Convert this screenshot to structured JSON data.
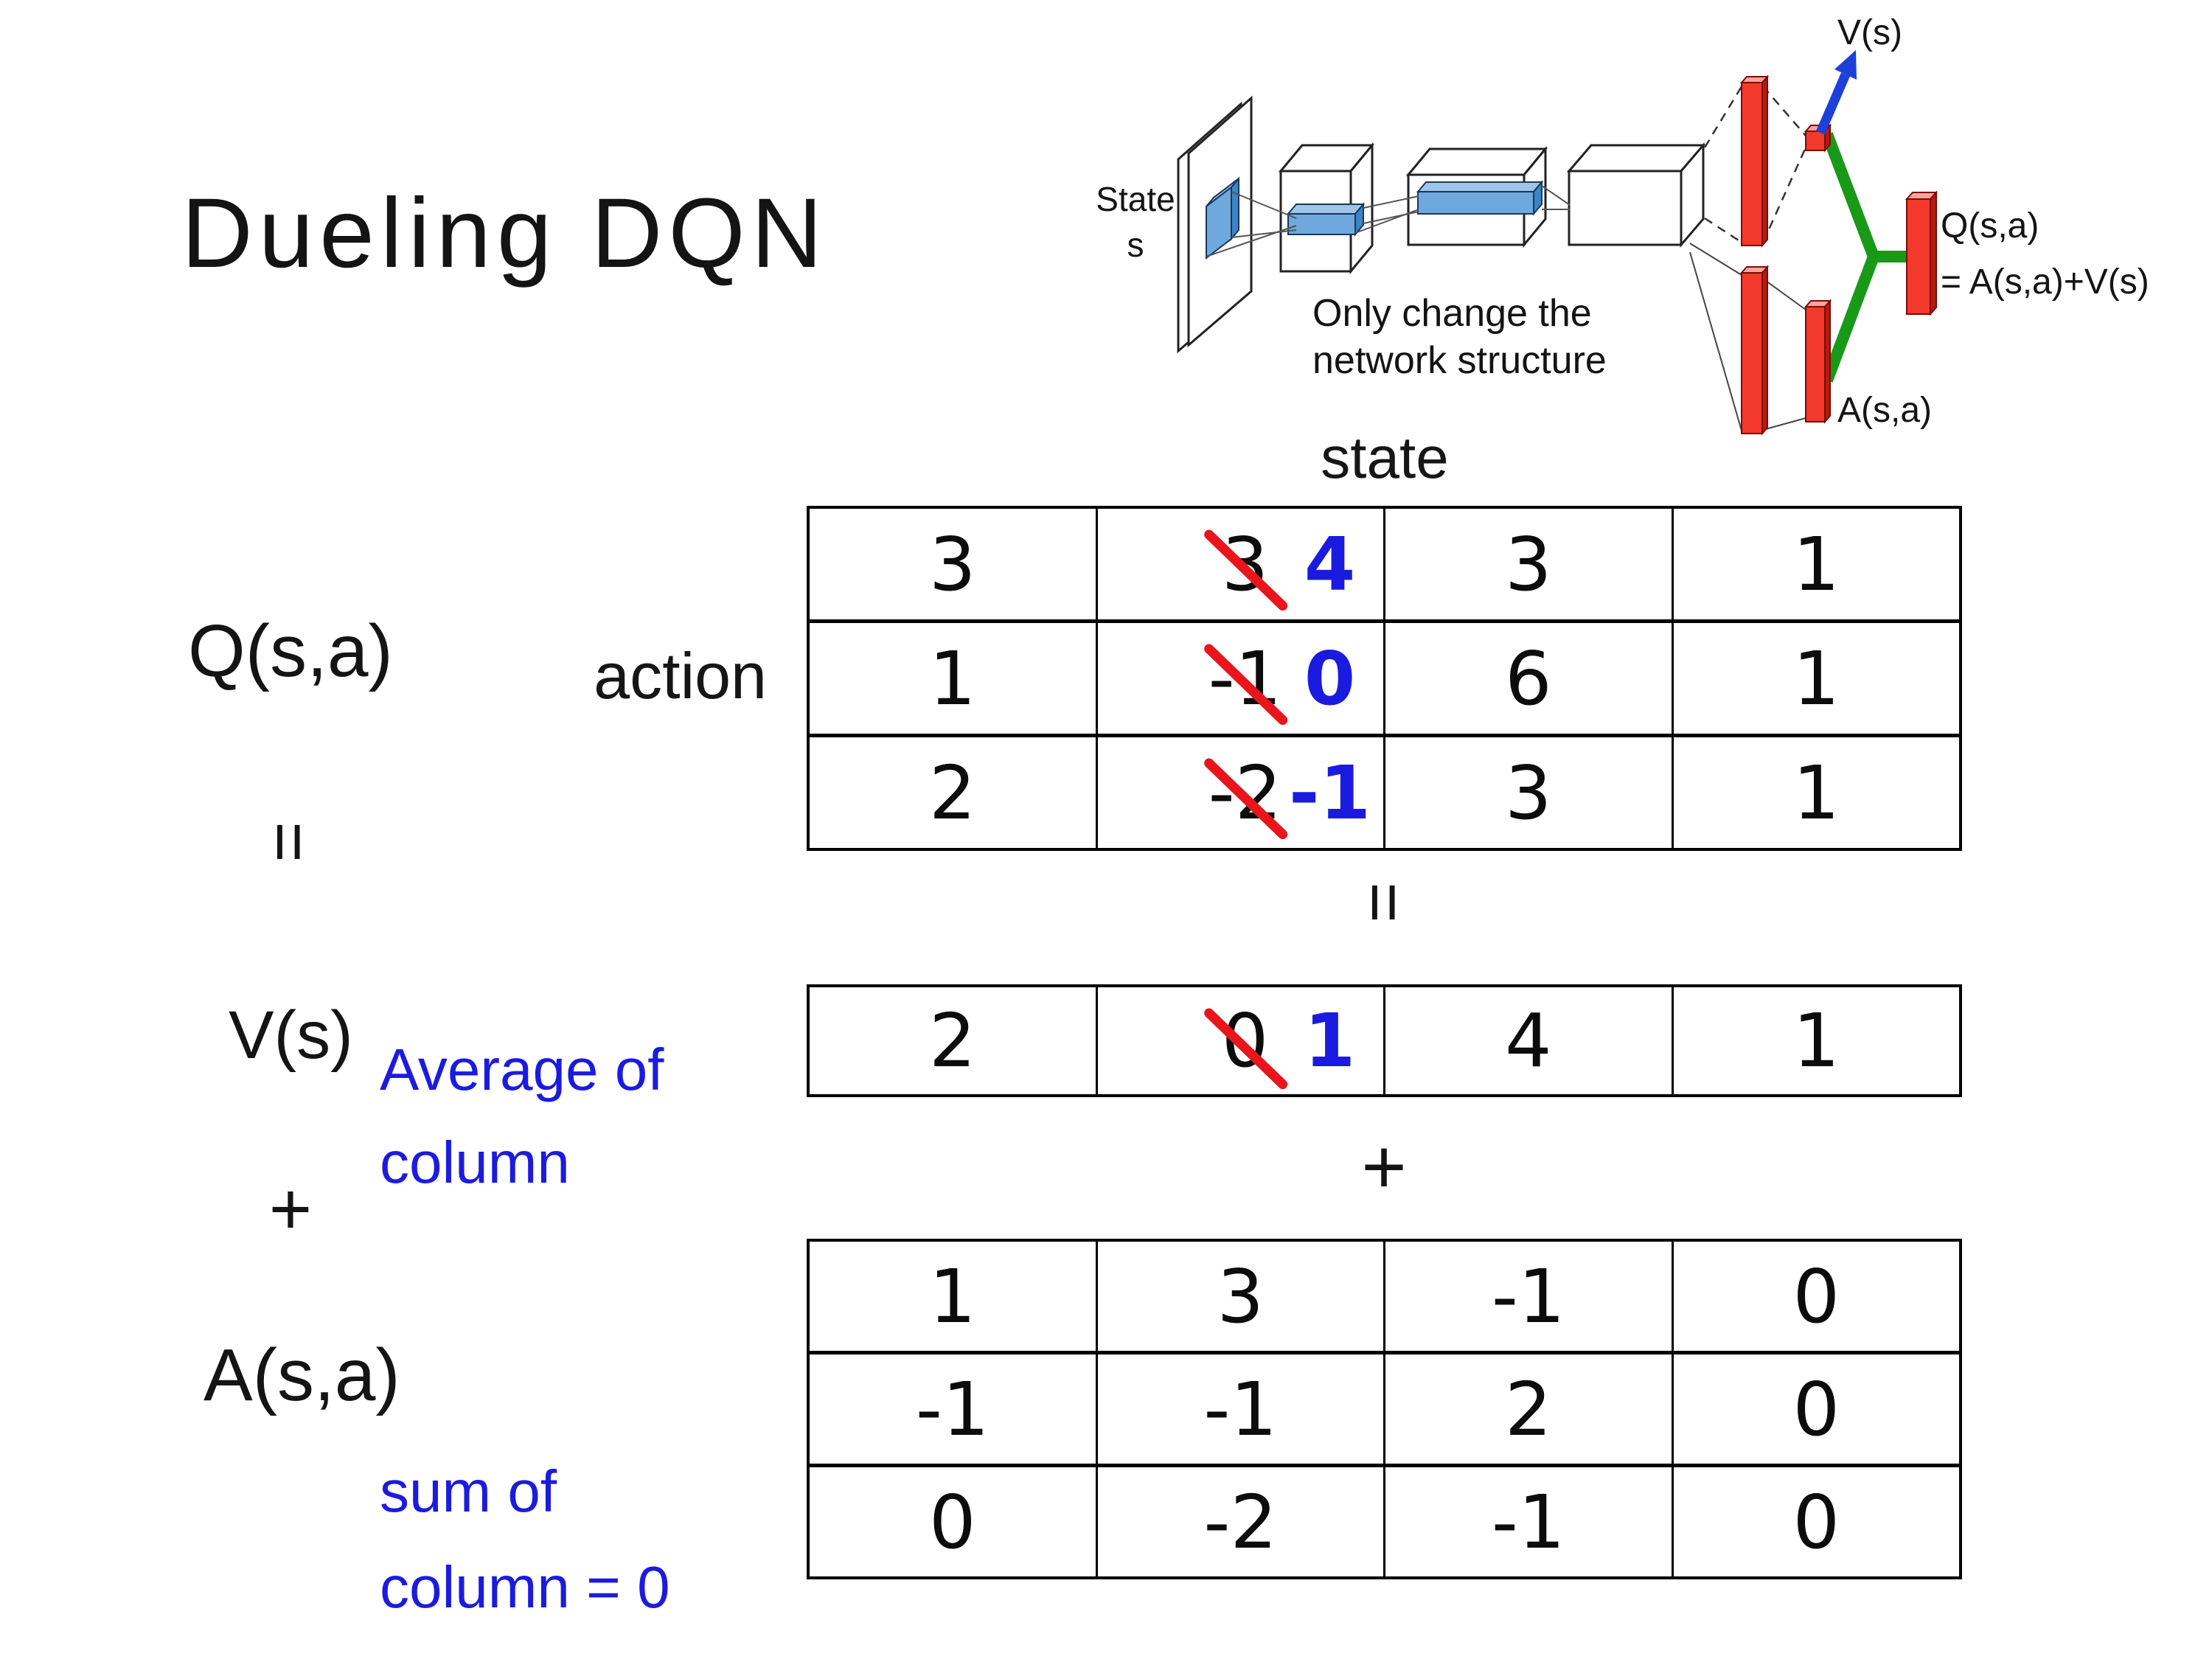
{
  "title": "Dueling DQN",
  "colors": {
    "accent_blue": "#1b1bdf",
    "strike_red": "#e8151c",
    "bar_red": "#f2392c",
    "merge_green": "#189a18",
    "arrow_blue": "#1f3fd9",
    "filter_blue": "#6fa8dc"
  },
  "diagram": {
    "state_label_line1": "State",
    "state_label_line2": "s",
    "note_line1": "Only change the",
    "note_line2": "network structure",
    "v_out_label": "V(s)",
    "q_out_label": "Q(s,a)",
    "q_out_formula": "= A(s,a)+V(s)",
    "a_out_label": "A(s,a)"
  },
  "axes": {
    "state": "state",
    "action": "action"
  },
  "left_labels": {
    "q": "Q(s,a)",
    "eq": "=",
    "v": "V(s)",
    "plus": "+",
    "a": "A(s,a)"
  },
  "operators": {
    "eq": "=",
    "plus": "+"
  },
  "annotations": {
    "avg_line1": "Average of",
    "avg_line2": "column",
    "sum_line1": "sum of",
    "sum_line2": "column = 0"
  },
  "tables": {
    "q": {
      "rows": [
        {
          "c1": "3",
          "old": "3",
          "new": "4",
          "c3": "3",
          "c4": "1"
        },
        {
          "c1": "1",
          "old": "-1",
          "new": "0",
          "c3": "6",
          "c4": "1"
        },
        {
          "c1": "2",
          "old": "-2",
          "new": "-1",
          "c3": "3",
          "c4": "1"
        }
      ]
    },
    "v": {
      "c1": "2",
      "old": "0",
      "new": "1",
      "c3": "4",
      "c4": "1"
    },
    "a": {
      "rows": [
        {
          "c1": "1",
          "c2": "3",
          "c3": "-1",
          "c4": "0"
        },
        {
          "c1": "-1",
          "c2": "-1",
          "c3": "2",
          "c4": "0"
        },
        {
          "c1": "0",
          "c2": "-2",
          "c3": "-1",
          "c4": "0"
        }
      ]
    }
  }
}
